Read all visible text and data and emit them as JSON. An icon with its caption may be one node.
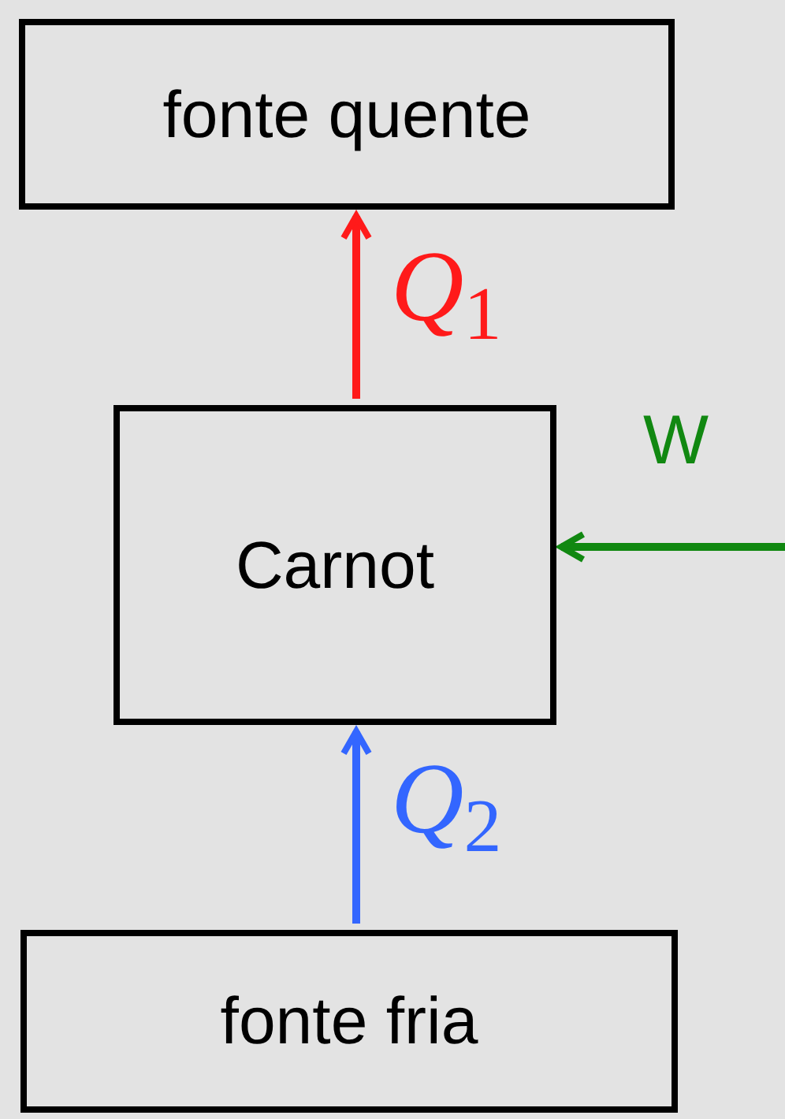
{
  "diagram": {
    "nodes": [
      {
        "text": [
          "fonte quente"
        ]
      },
      {
        "text": [
          "Carnot"
        ]
      },
      {
        "text": [
          "fonte fria"
        ]
      }
    ],
    "edges": [
      {
        "from": 1,
        "to": 0,
        "arrow": "to",
        "label": "*Q*$_{1}$",
        "color": "#ff1a1a"
      },
      {
        "from": 2,
        "to": 1,
        "arrow": "to",
        "label": "*Q*$_{2}$",
        "color": "#3366ff"
      },
      {
        "from": null,
        "to": 1,
        "arrow": "to",
        "label": "W",
        "color": "#118811"
      }
    ]
  }
}
